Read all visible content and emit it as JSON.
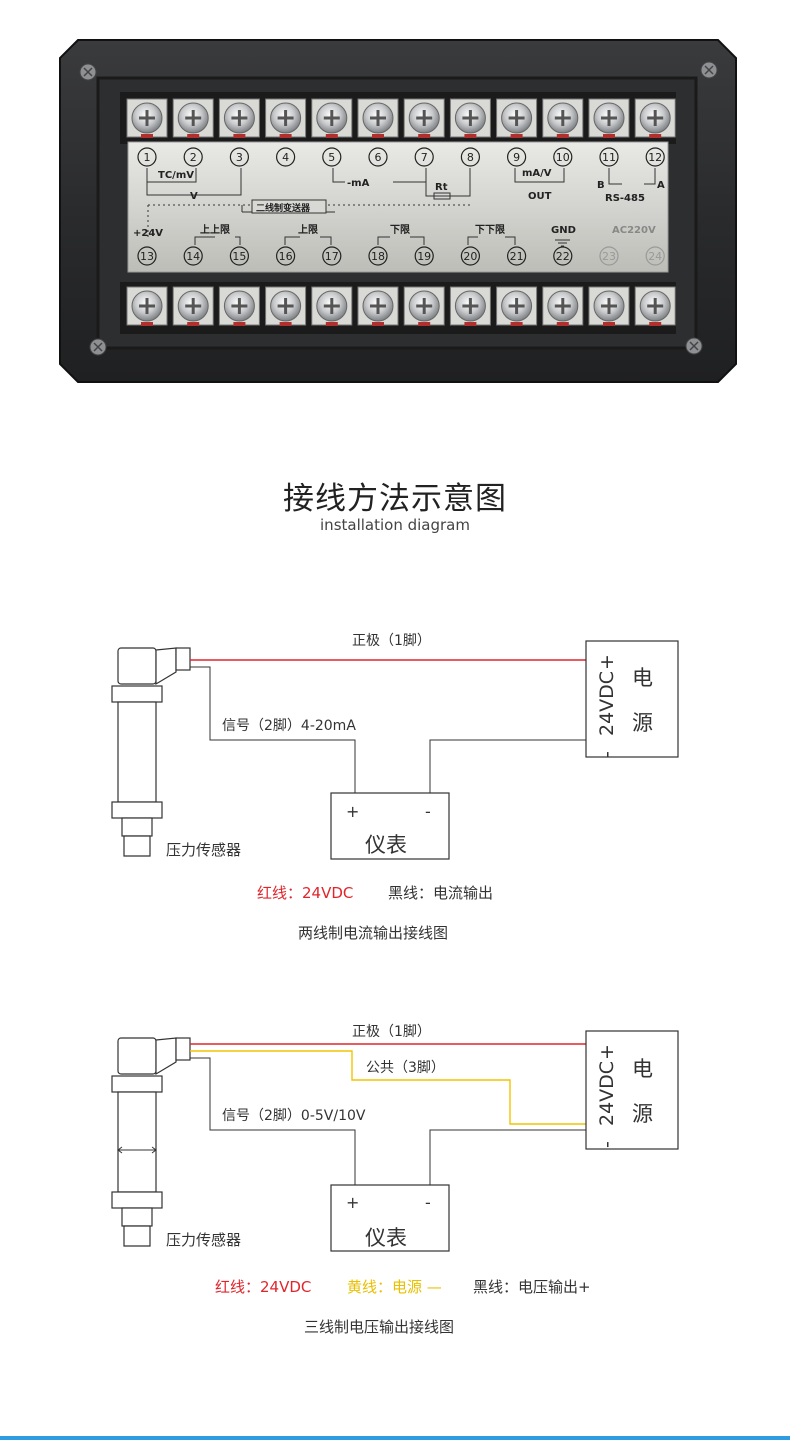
{
  "panel": {
    "terminals_top": [
      "1",
      "2",
      "3",
      "4",
      "5",
      "6",
      "7",
      "8",
      "9",
      "10",
      "11",
      "12"
    ],
    "terminals_bottom": [
      "13",
      "14",
      "15",
      "16",
      "17",
      "18",
      "19",
      "20",
      "21",
      "22",
      "23",
      "24"
    ],
    "labels": {
      "tc_mv": "TC/mV",
      "v": "V",
      "ma": "-mA",
      "rt": "Rt",
      "ma_v": "mA/V",
      "out": "OUT",
      "b": "B",
      "a": "A",
      "rs485": "RS-485",
      "two_wire": "二线制变送器",
      "p24v": "+24V",
      "upper_upper": "上上限",
      "upper": "上限",
      "lower": "下限",
      "lower_lower": "下下限",
      "gnd": "GND",
      "ac220": "AC220V"
    }
  },
  "header": {
    "title_cn": "接线方法示意图",
    "title_en": "installation diagram"
  },
  "diagram1": {
    "pos_label": "正极（1脚）",
    "signal_label": "信号（2脚）4-20mA",
    "sensor_label": "压力传感器",
    "meter_plus": "+",
    "meter_minus": "-",
    "meter_label": "仪表",
    "supply_plus": "+",
    "supply_voltage": "24VDC",
    "supply_minus": "-",
    "supply_label_1": "电",
    "supply_label_2": "源",
    "legend_red": "红线：24VDC",
    "legend_black": "黑线：电流输出",
    "caption": "两线制电流输出接线图"
  },
  "diagram2": {
    "pos_label": "正极（1脚）",
    "common_label": "公共（3脚）",
    "signal_label": "信号（2脚）0-5V/10V",
    "sensor_label": "压力传感器",
    "meter_plus": "+",
    "meter_minus": "-",
    "meter_label": "仪表",
    "supply_plus": "+",
    "supply_voltage": "24VDC",
    "supply_minus": "-",
    "supply_label_1": "电",
    "supply_label_2": "源",
    "legend_red": "红线：24VDC",
    "legend_yellow": "黄线：电源 —",
    "legend_black": "黑线：电压输出+",
    "caption": "三线制电压输出接线图"
  },
  "colors": {
    "red_wire": "#e0252b",
    "yellow_wire": "#f1c400",
    "black_wire": "#333333",
    "red_text": "#e0252b",
    "yellow_text": "#e8c000",
    "accent": "#2f9be0"
  }
}
